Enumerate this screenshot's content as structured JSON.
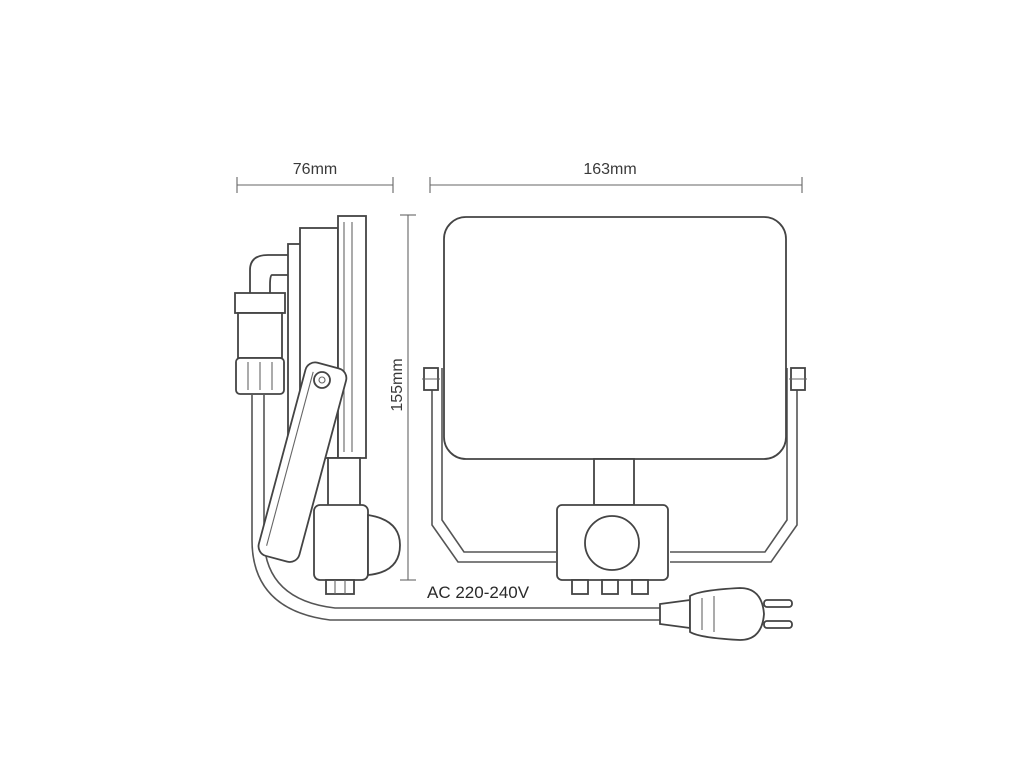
{
  "dimensions": {
    "depth_label": "76mm",
    "width_label": "163mm",
    "height_label": "155mm"
  },
  "power": {
    "label": "AC 220-240V"
  },
  "colors": {
    "line": "#555555",
    "text": "#3a3a3a",
    "background": "#ffffff"
  }
}
